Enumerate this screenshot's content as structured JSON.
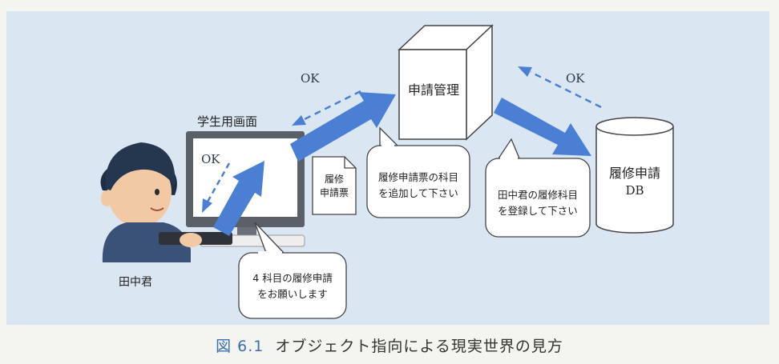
{
  "figure": {
    "caption_number": "図 6.1",
    "caption_text": "オブジェクト指向による現実世界の見方"
  },
  "labels": {
    "screen": "学生用画面",
    "student": "田中君",
    "manager": "申請管理",
    "db_line1": "履修申請",
    "db_line2": "DB",
    "form_line1": "履修",
    "form_line2": "申請票"
  },
  "ok_labels": {
    "manager_to_screen": "OK",
    "db_to_manager": "OK",
    "screen_to_student": "OK"
  },
  "speech_bubbles": {
    "student": [
      "4 科目の履修申請",
      "をお願いします"
    ],
    "screen": [
      "履修申請票の科目",
      "を追加して下さい"
    ],
    "manager": [
      "田中君の履修科目",
      "を登録して下さい"
    ]
  },
  "colors": {
    "panel": "#dbe6f3",
    "arrow": "#4a7fd4",
    "caption_number": "#3b6fb0"
  }
}
